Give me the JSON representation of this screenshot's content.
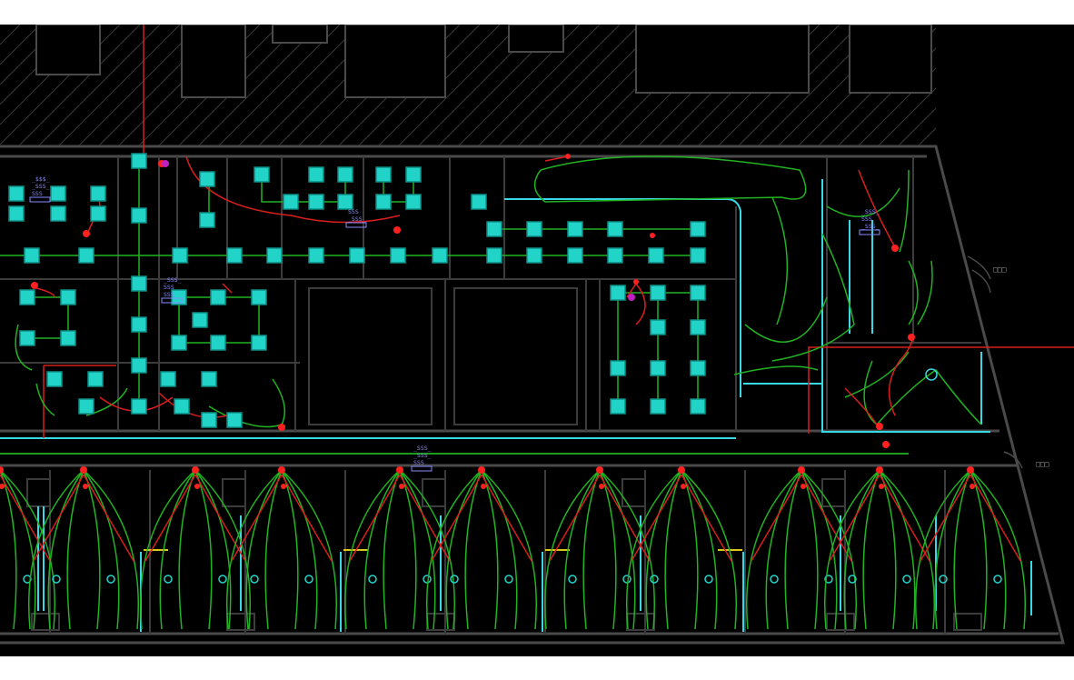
{
  "drawing": {
    "colors": {
      "background": "#000000",
      "page": "#ffffff",
      "walls": "#4a4a4a",
      "hatch": "#3a3a3a",
      "fixture": "#22d3c8",
      "fixture_edge": "#0f8f88",
      "circuit_green": "#21b321",
      "circuit_red": "#d91e1e",
      "node_red": "#ff2020",
      "node_magenta": "#c020c0",
      "cyan_line": "#39d8e6",
      "yellow_line": "#d8c81e",
      "text_blue": "#8a8aff",
      "text_grey": "#9a9a9a"
    },
    "panel_tags": [
      {
        "id": "t1",
        "lines": [
          "_$$$_",
          "_SSS_",
          "SSS"
        ]
      },
      {
        "id": "t2",
        "lines": [
          "SSS",
          "_SSS_"
        ]
      },
      {
        "id": "t3",
        "lines": [
          "_SSS_",
          "SSS",
          "SSS"
        ]
      },
      {
        "id": "t4",
        "lines": [
          "_SSS_",
          "SSS",
          "_SSS_"
        ]
      },
      {
        "id": "t5",
        "lines": [
          "_SSS_",
          "_SSS_",
          "SSS"
        ]
      }
    ],
    "exit_labels": [
      "□□□",
      "□□□"
    ]
  }
}
